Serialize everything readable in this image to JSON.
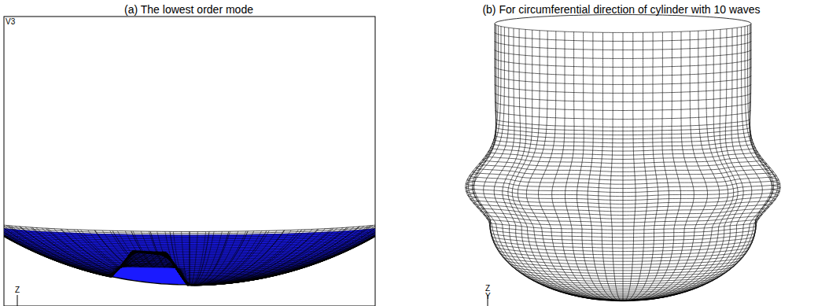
{
  "diagram": {
    "labels": [
      "(a) The lowest order mode",
      "(b) For circumferential direction of cylinder with 10 waves",
      "V3",
      "Z",
      "Z",
      "Y"
    ]
  }
}
